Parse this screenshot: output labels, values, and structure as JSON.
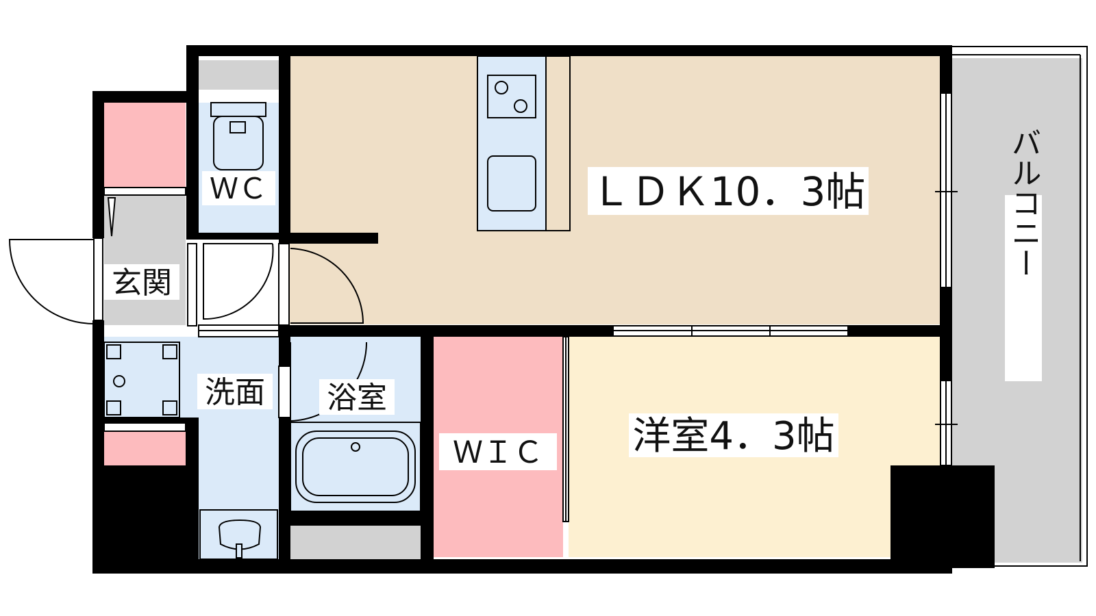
{
  "rooms": {
    "ldk": "ＬＤＫ10．3帖",
    "bedroom": "洋室4．3帖",
    "wic": "ＷＩＣ",
    "wc": "ＷＣ",
    "entrance": "玄関",
    "washroom": "洗面",
    "bathroom": "浴室",
    "balcony": "バルコニー"
  },
  "colors": {
    "ldk": "#efdfc7",
    "bedroom": "#fdf0d1",
    "wet_area": "#dbeaf9",
    "storage": "#fdbbbe",
    "gray_area": "#d2d2d2",
    "wall": "#000000"
  }
}
